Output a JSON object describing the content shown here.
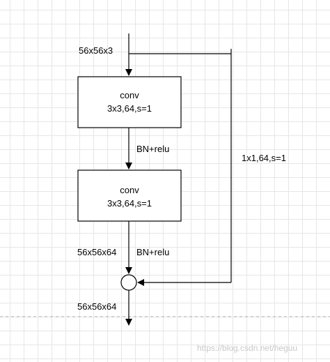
{
  "diagram": {
    "input_label": "56x56x3",
    "conv1": {
      "title": "conv",
      "params": "3x3,64,s=1"
    },
    "bn_relu_1": "BN+relu",
    "conv2": {
      "title": "conv",
      "params": "3x3,64,s=1"
    },
    "shortcut_label": "1x1,64,s=1",
    "conv2_out_label": "56x56x64",
    "bn_relu_2": "BN+relu",
    "output_label": "56x56x64"
  },
  "watermark": "https://blog.csdn.net/heguu",
  "colors": {
    "stroke": "#000000",
    "grid": "#e6e6e6",
    "dashed_line": "#b0b0b0",
    "watermark": "#c8c8c8"
  }
}
